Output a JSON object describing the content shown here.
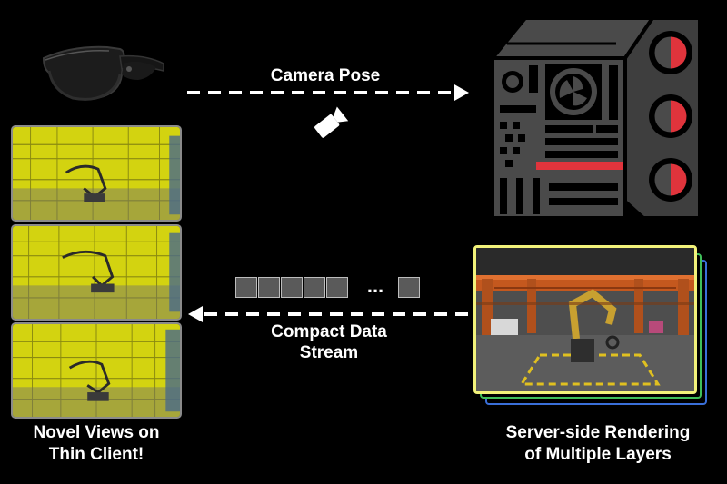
{
  "labels": {
    "camera_pose": "Camera Pose",
    "stream_line1": "Compact Data",
    "stream_line2": "Stream",
    "ellipsis": "...",
    "client_line1": "Novel Views on",
    "client_line2": "Thin Client!",
    "server_line1": "Server-side Rendering",
    "server_line2": "of Multiple Layers"
  },
  "packets": {
    "count_before_ellipsis": 5,
    "count_after_ellipsis": 1
  },
  "icons": [
    "vr-headset-icon",
    "camera-icon",
    "server-computer-icon"
  ],
  "colors": {
    "background": "#000000",
    "text": "#ffffff",
    "arrow": "#ffffff",
    "thumbnail_overlay": "#e6e600",
    "server_body": "#4a4a4a",
    "server_accent_red": "#e0343c",
    "layer_frame_front": "#f2f27a",
    "layer_frame_green": "#3fbf5a",
    "layer_frame_blue": "#3a6fd8",
    "packet_fill": "#5a5a5a"
  }
}
